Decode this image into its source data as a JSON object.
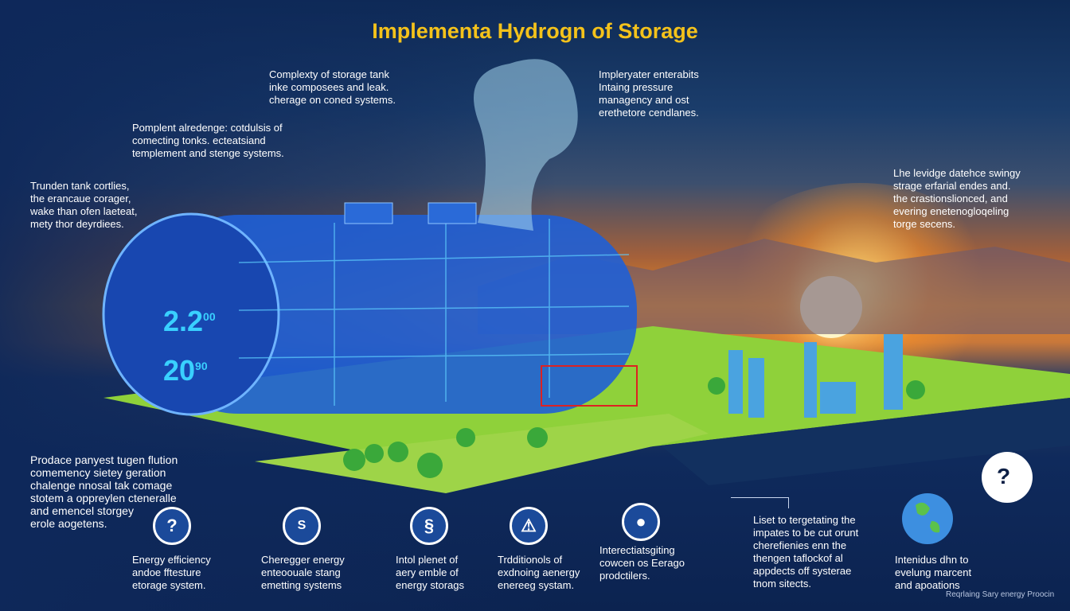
{
  "title": "Implementa Hydrogn of Storage",
  "callouts": {
    "top_center": [
      "Complexty of storage tank",
      "inke composees and leak.",
      "cherage on coned systems."
    ],
    "top_left": [
      "Pomplent alredenge: cotdulsis of",
      "comecting tonks. ecteatsiand",
      "templement and stenge systems."
    ],
    "left": [
      "Trunden tank cortlies,",
      "the erancaue corager,",
      "wake than ofen laeteat,",
      "mety thor deyrdiees."
    ],
    "top_right": [
      "Impleryater enterabits",
      "Intaing pressure",
      "managency and ost",
      "erethetore cendlanes."
    ],
    "right": [
      "Lhe levidge datehce swingy",
      "strage erfarial endes and.",
      "the crastionslionced, and",
      "evering enetenogloqeling",
      "torge secens."
    ],
    "bottom_left": [
      "Prodace panyest tugen flution",
      "comemency sietey geration",
      "chalenge nnosal tak comage",
      "stotem a oppreylen cteneralle",
      "and emencel storgey",
      "erole aogetens."
    ],
    "bottom_right": [
      "Liset to tergetating the",
      "impates to be cut orunt",
      "cherefienies enn the",
      "thengen taflockof al",
      "appdects off systerae",
      "tnom sitects."
    ]
  },
  "tank_readout": {
    "value1": "2.2",
    "sup1": "00",
    "value2": "20",
    "sup2": "90"
  },
  "icons": [
    {
      "icon": "question-icon",
      "glyph": "?",
      "label": [
        "Energy efficiency",
        "andoe fftesture",
        "etorage system."
      ]
    },
    {
      "icon": "dollar-icon",
      "glyph": "S",
      "label": [
        "Cheregger energy",
        "enteoouale stang",
        "emetting systems"
      ]
    },
    {
      "icon": "gauge-icon",
      "glyph": "§",
      "label": [
        "Intol plenet of",
        "aery emble of",
        "energy storags"
      ]
    },
    {
      "icon": "warning-icon",
      "glyph": "⚠",
      "label": [
        "Trdditionols of",
        "exdnoing aenergy",
        "enereeg systam."
      ]
    },
    {
      "icon": "location-pin-icon",
      "glyph": "●",
      "label": [
        "Interectiatsgiting",
        "cowcen os Eerago",
        "prodctilers."
      ]
    }
  ],
  "globe_label": [
    "Intenidus dhn to",
    "evelung marcent",
    "and apoations"
  ],
  "help_glyph": "?",
  "footer": "Reqrlaing Sary energy Proocin",
  "colors": {
    "title": "#f4c21b",
    "tank": "#1f5fd6",
    "ground": "#8fd13a",
    "background": "#0f2a5c"
  }
}
